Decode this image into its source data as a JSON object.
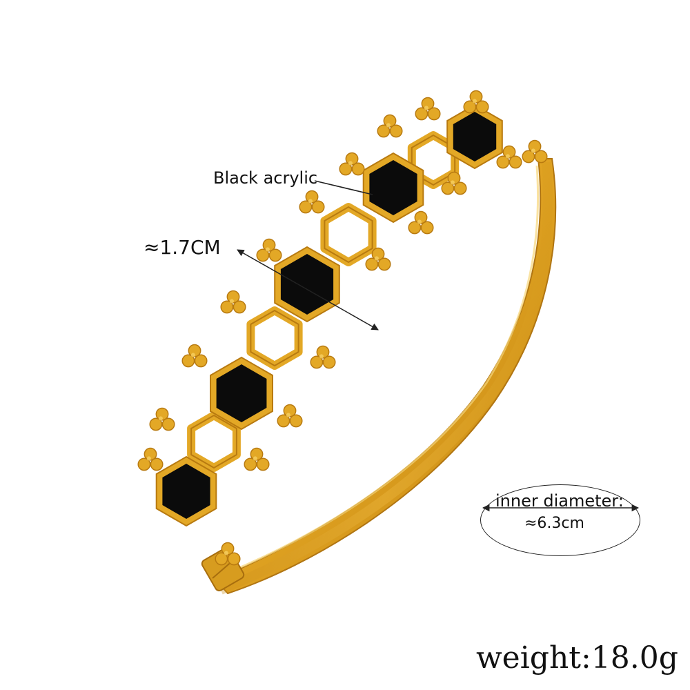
{
  "labels": {
    "material": "Black acrylic",
    "width": "≈1.7CM",
    "inner_diameter_label": "inner diameter:",
    "inner_diameter_value": "≈6.3cm",
    "weight": "weight:18.0g"
  },
  "colors": {
    "gold": "#E3A826",
    "gold_dark": "#B87A10",
    "gold_light": "#F6CF63",
    "acrylic": "#0B0B0B"
  }
}
